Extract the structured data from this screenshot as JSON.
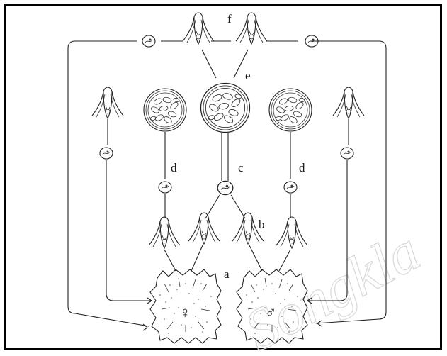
{
  "labels": {
    "a": "a",
    "b": "b",
    "c": "c",
    "d_left": "d",
    "d_right": "d",
    "e": "e",
    "f": "f"
  },
  "sex_symbols": {
    "female": "♀",
    "male": "♂"
  },
  "watermark": "Songkla",
  "colors": {
    "line": "#222222",
    "background": "#ffffff",
    "watermark": "#d8d8d8"
  }
}
